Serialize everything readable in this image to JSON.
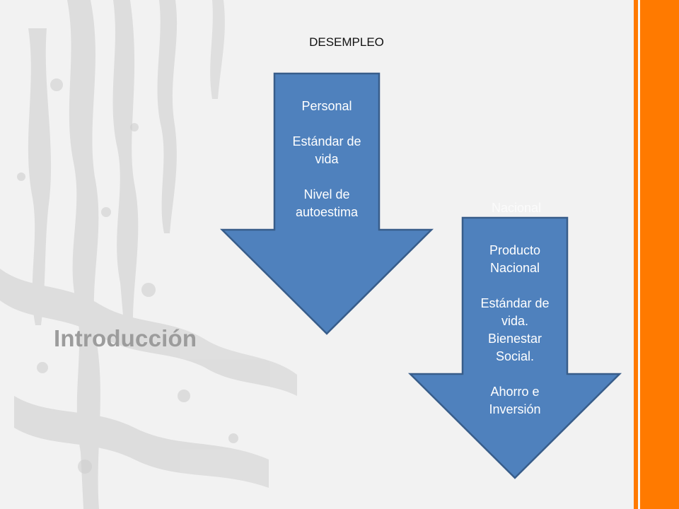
{
  "slide": {
    "heading": "Introducción",
    "diagram_title": "DESEMPLEO"
  },
  "arrows": {
    "personal": {
      "lines": [
        "Personal",
        "",
        "Estándar de",
        "vida",
        "",
        "Nivel de",
        "autoestima"
      ]
    },
    "nacional": {
      "hidden_label": "Nacional",
      "lines": [
        "Producto",
        "Nacional",
        "",
        "Estándar de",
        "vida.",
        "Bienestar",
        "Social.",
        "",
        "Ahorro e",
        "Inversión"
      ]
    }
  },
  "colors": {
    "arrow_fill": "#4f81bd",
    "arrow_stroke": "#385d8a",
    "accent_bar": "#ff7a00",
    "background": "#f2f2f2",
    "heading": "#9c9c9c"
  }
}
